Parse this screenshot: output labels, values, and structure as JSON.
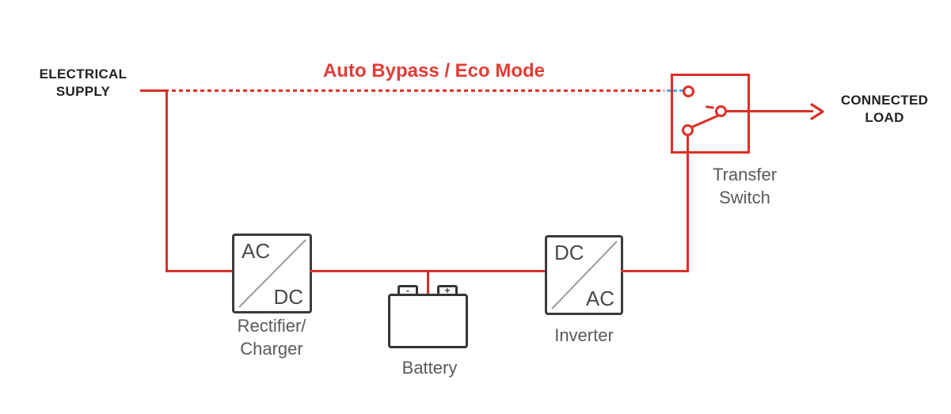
{
  "diagram": {
    "title": "UPS power path diagram",
    "colors": {
      "wire_red": "#dd2f27",
      "bypass_text_red": "#e23c35",
      "eco_blue": "#58a8e5",
      "box_border_gray": "#3b3b3b",
      "diagonal_gray": "#9a9a9a",
      "label_gray": "#595959",
      "label_black": "#222222",
      "background": "#ffffff"
    },
    "supply": {
      "line1": "ELECTRICAL",
      "line2": "SUPPLY"
    },
    "bypass": {
      "label": "Auto Bypass / Eco Mode"
    },
    "load": {
      "line1": "CONNECTED",
      "line2": "LOAD"
    },
    "transfer_switch": {
      "label_line1": "Transfer",
      "label_line2": "Switch"
    },
    "rectifier": {
      "input": "AC",
      "output": "DC",
      "label_line1": "Rectifier/",
      "label_line2": "Charger"
    },
    "inverter": {
      "input": "DC",
      "output": "AC",
      "label": "Inverter"
    },
    "battery": {
      "label": "Battery",
      "neg": "-",
      "pos": "+"
    }
  }
}
